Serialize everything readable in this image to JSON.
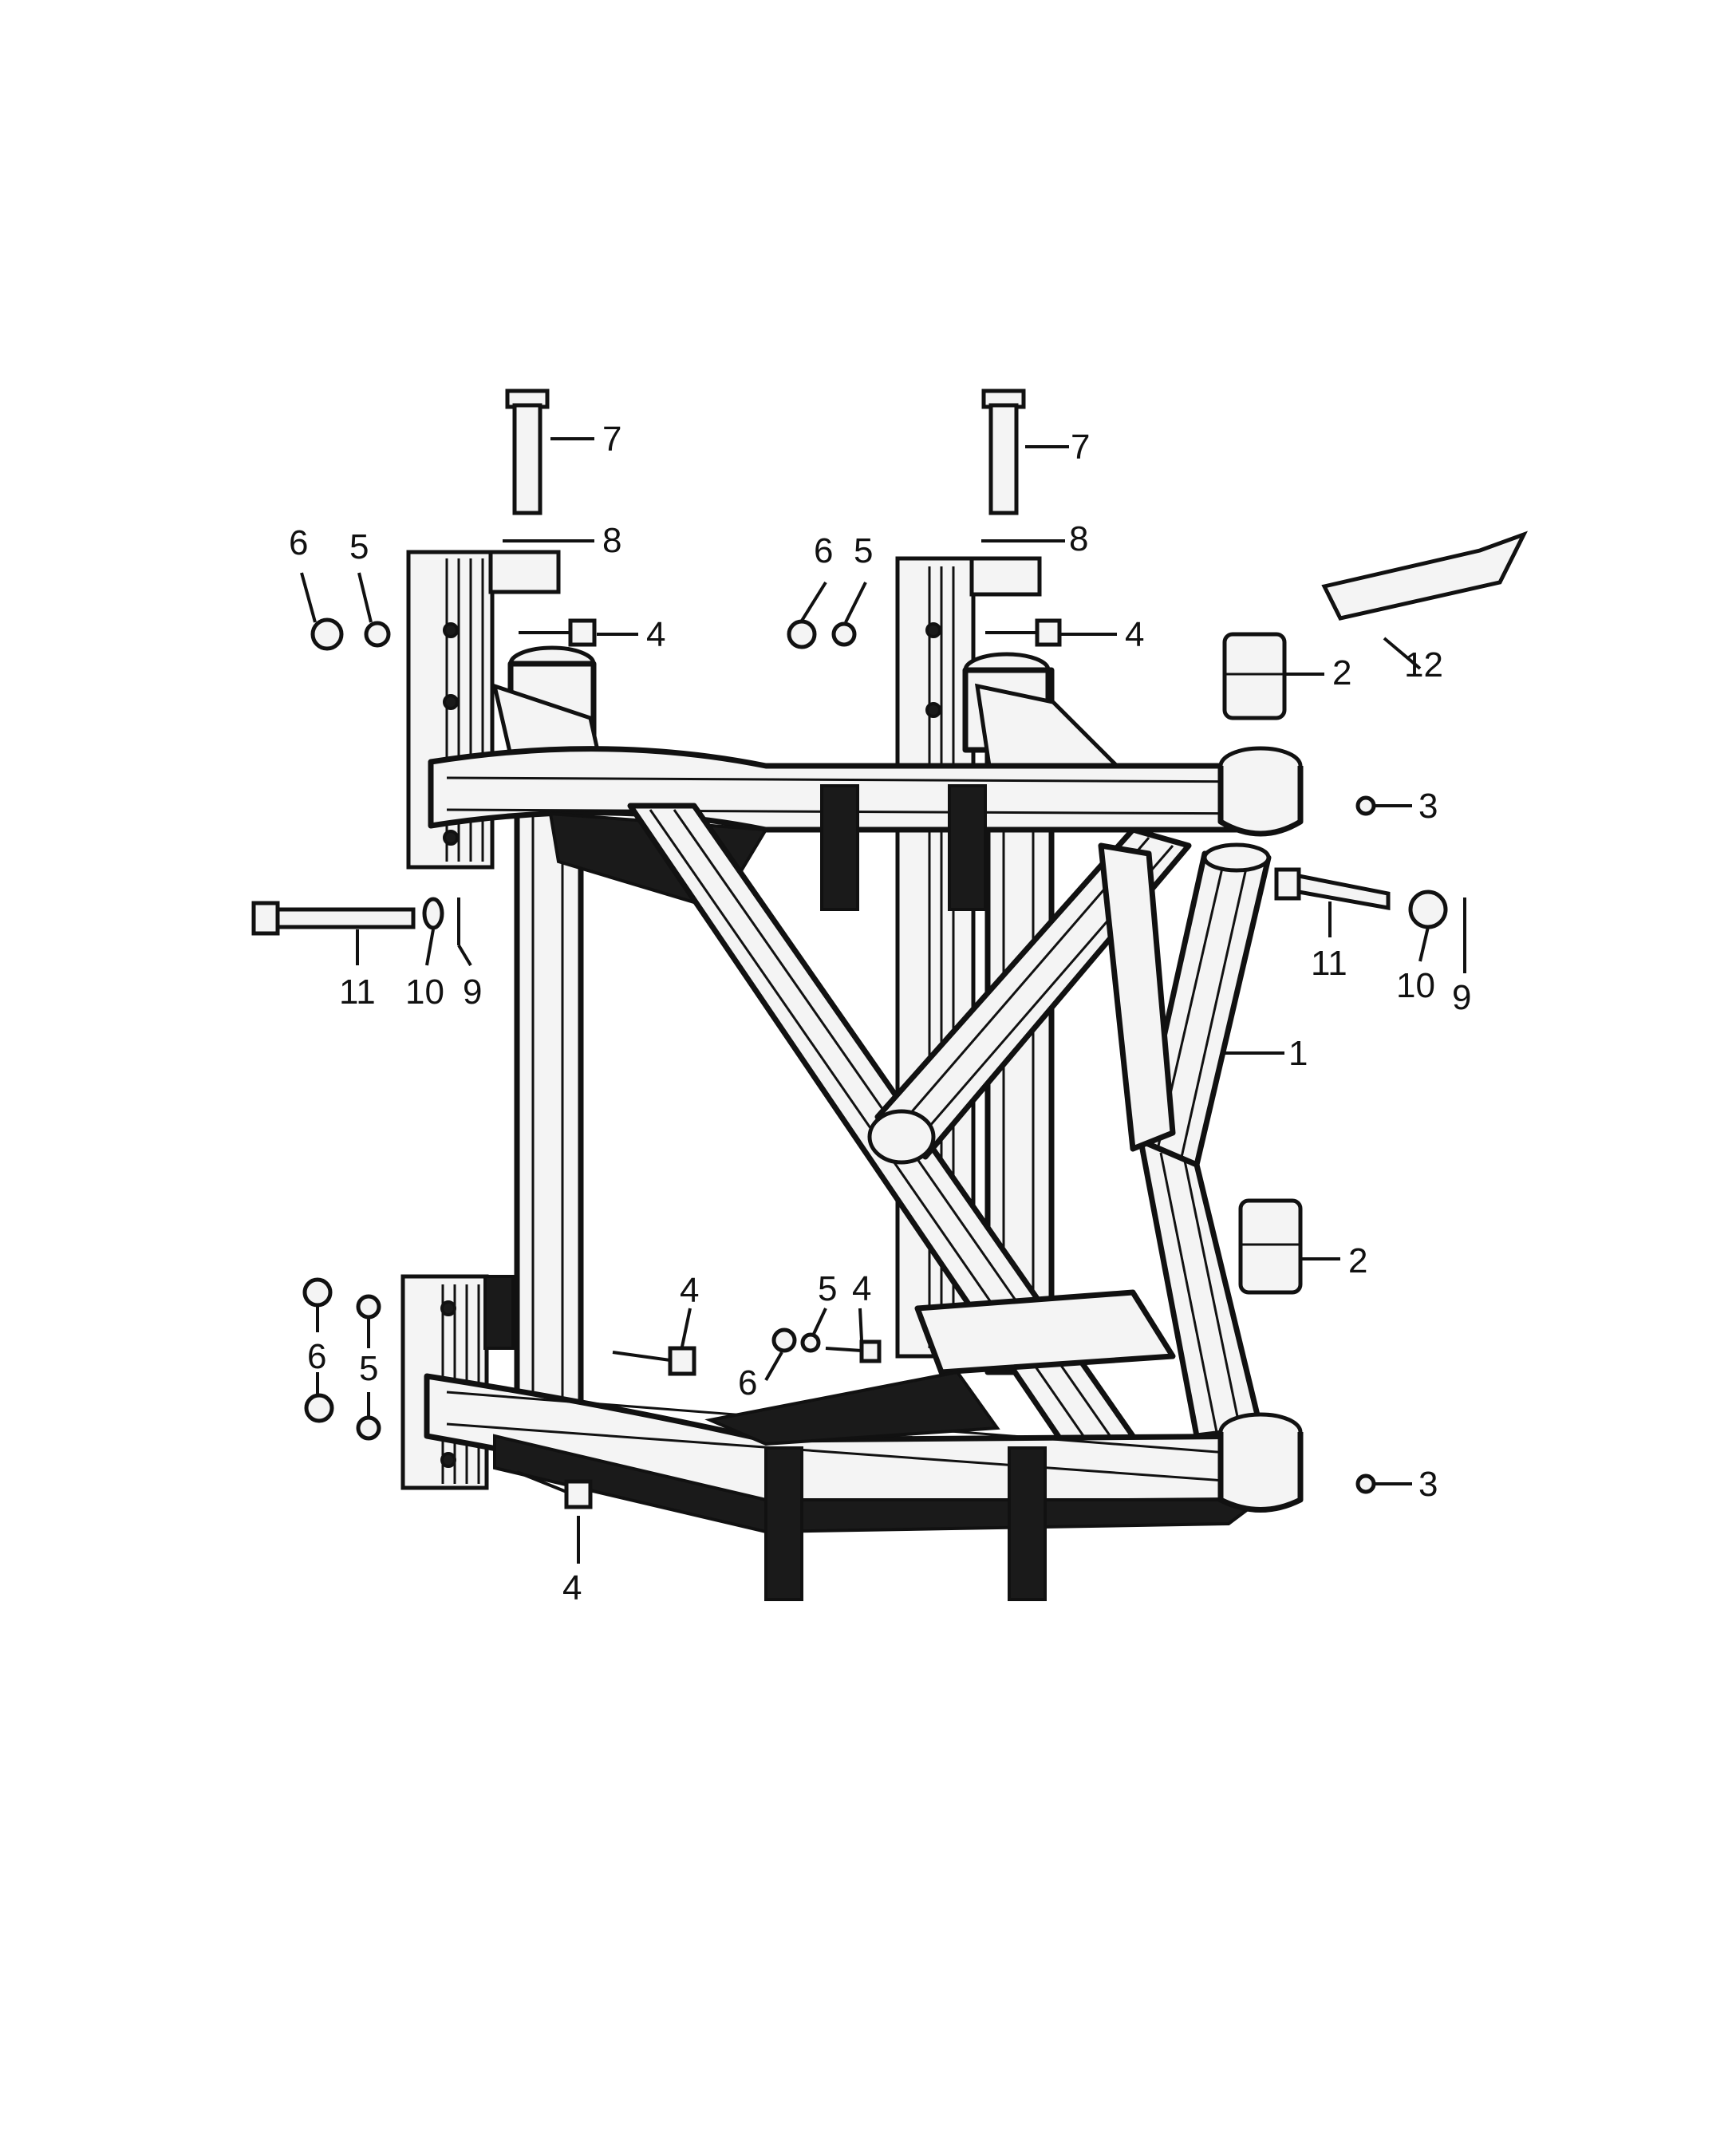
{
  "diagram": {
    "callouts": [
      {
        "id": "c7a",
        "label": "7"
      },
      {
        "id": "c8a",
        "label": "8"
      },
      {
        "id": "c6a",
        "label": "6"
      },
      {
        "id": "c5a",
        "label": "5"
      },
      {
        "id": "c4a",
        "label": "4"
      },
      {
        "id": "c7b",
        "label": "7"
      },
      {
        "id": "c8b",
        "label": "8"
      },
      {
        "id": "c6b",
        "label": "6"
      },
      {
        "id": "c5b",
        "label": "5"
      },
      {
        "id": "c4b",
        "label": "4"
      },
      {
        "id": "c12",
        "label": "12"
      },
      {
        "id": "c2a",
        "label": "2"
      },
      {
        "id": "c3a",
        "label": "3"
      },
      {
        "id": "c11a",
        "label": "11"
      },
      {
        "id": "c10a",
        "label": "10"
      },
      {
        "id": "c9a",
        "label": "9"
      },
      {
        "id": "c11b",
        "label": "11"
      },
      {
        "id": "c10b",
        "label": "10"
      },
      {
        "id": "c9b",
        "label": "9"
      },
      {
        "id": "c1",
        "label": "1"
      },
      {
        "id": "c2b",
        "label": "2"
      },
      {
        "id": "c4c",
        "label": "4"
      },
      {
        "id": "c5c",
        "label": "5"
      },
      {
        "id": "c4d",
        "label": "4"
      },
      {
        "id": "c6c",
        "label": "6"
      },
      {
        "id": "c6d",
        "label": "6"
      },
      {
        "id": "c5d",
        "label": "5"
      },
      {
        "id": "c4e",
        "label": "4"
      },
      {
        "id": "c3b",
        "label": "3"
      }
    ]
  }
}
